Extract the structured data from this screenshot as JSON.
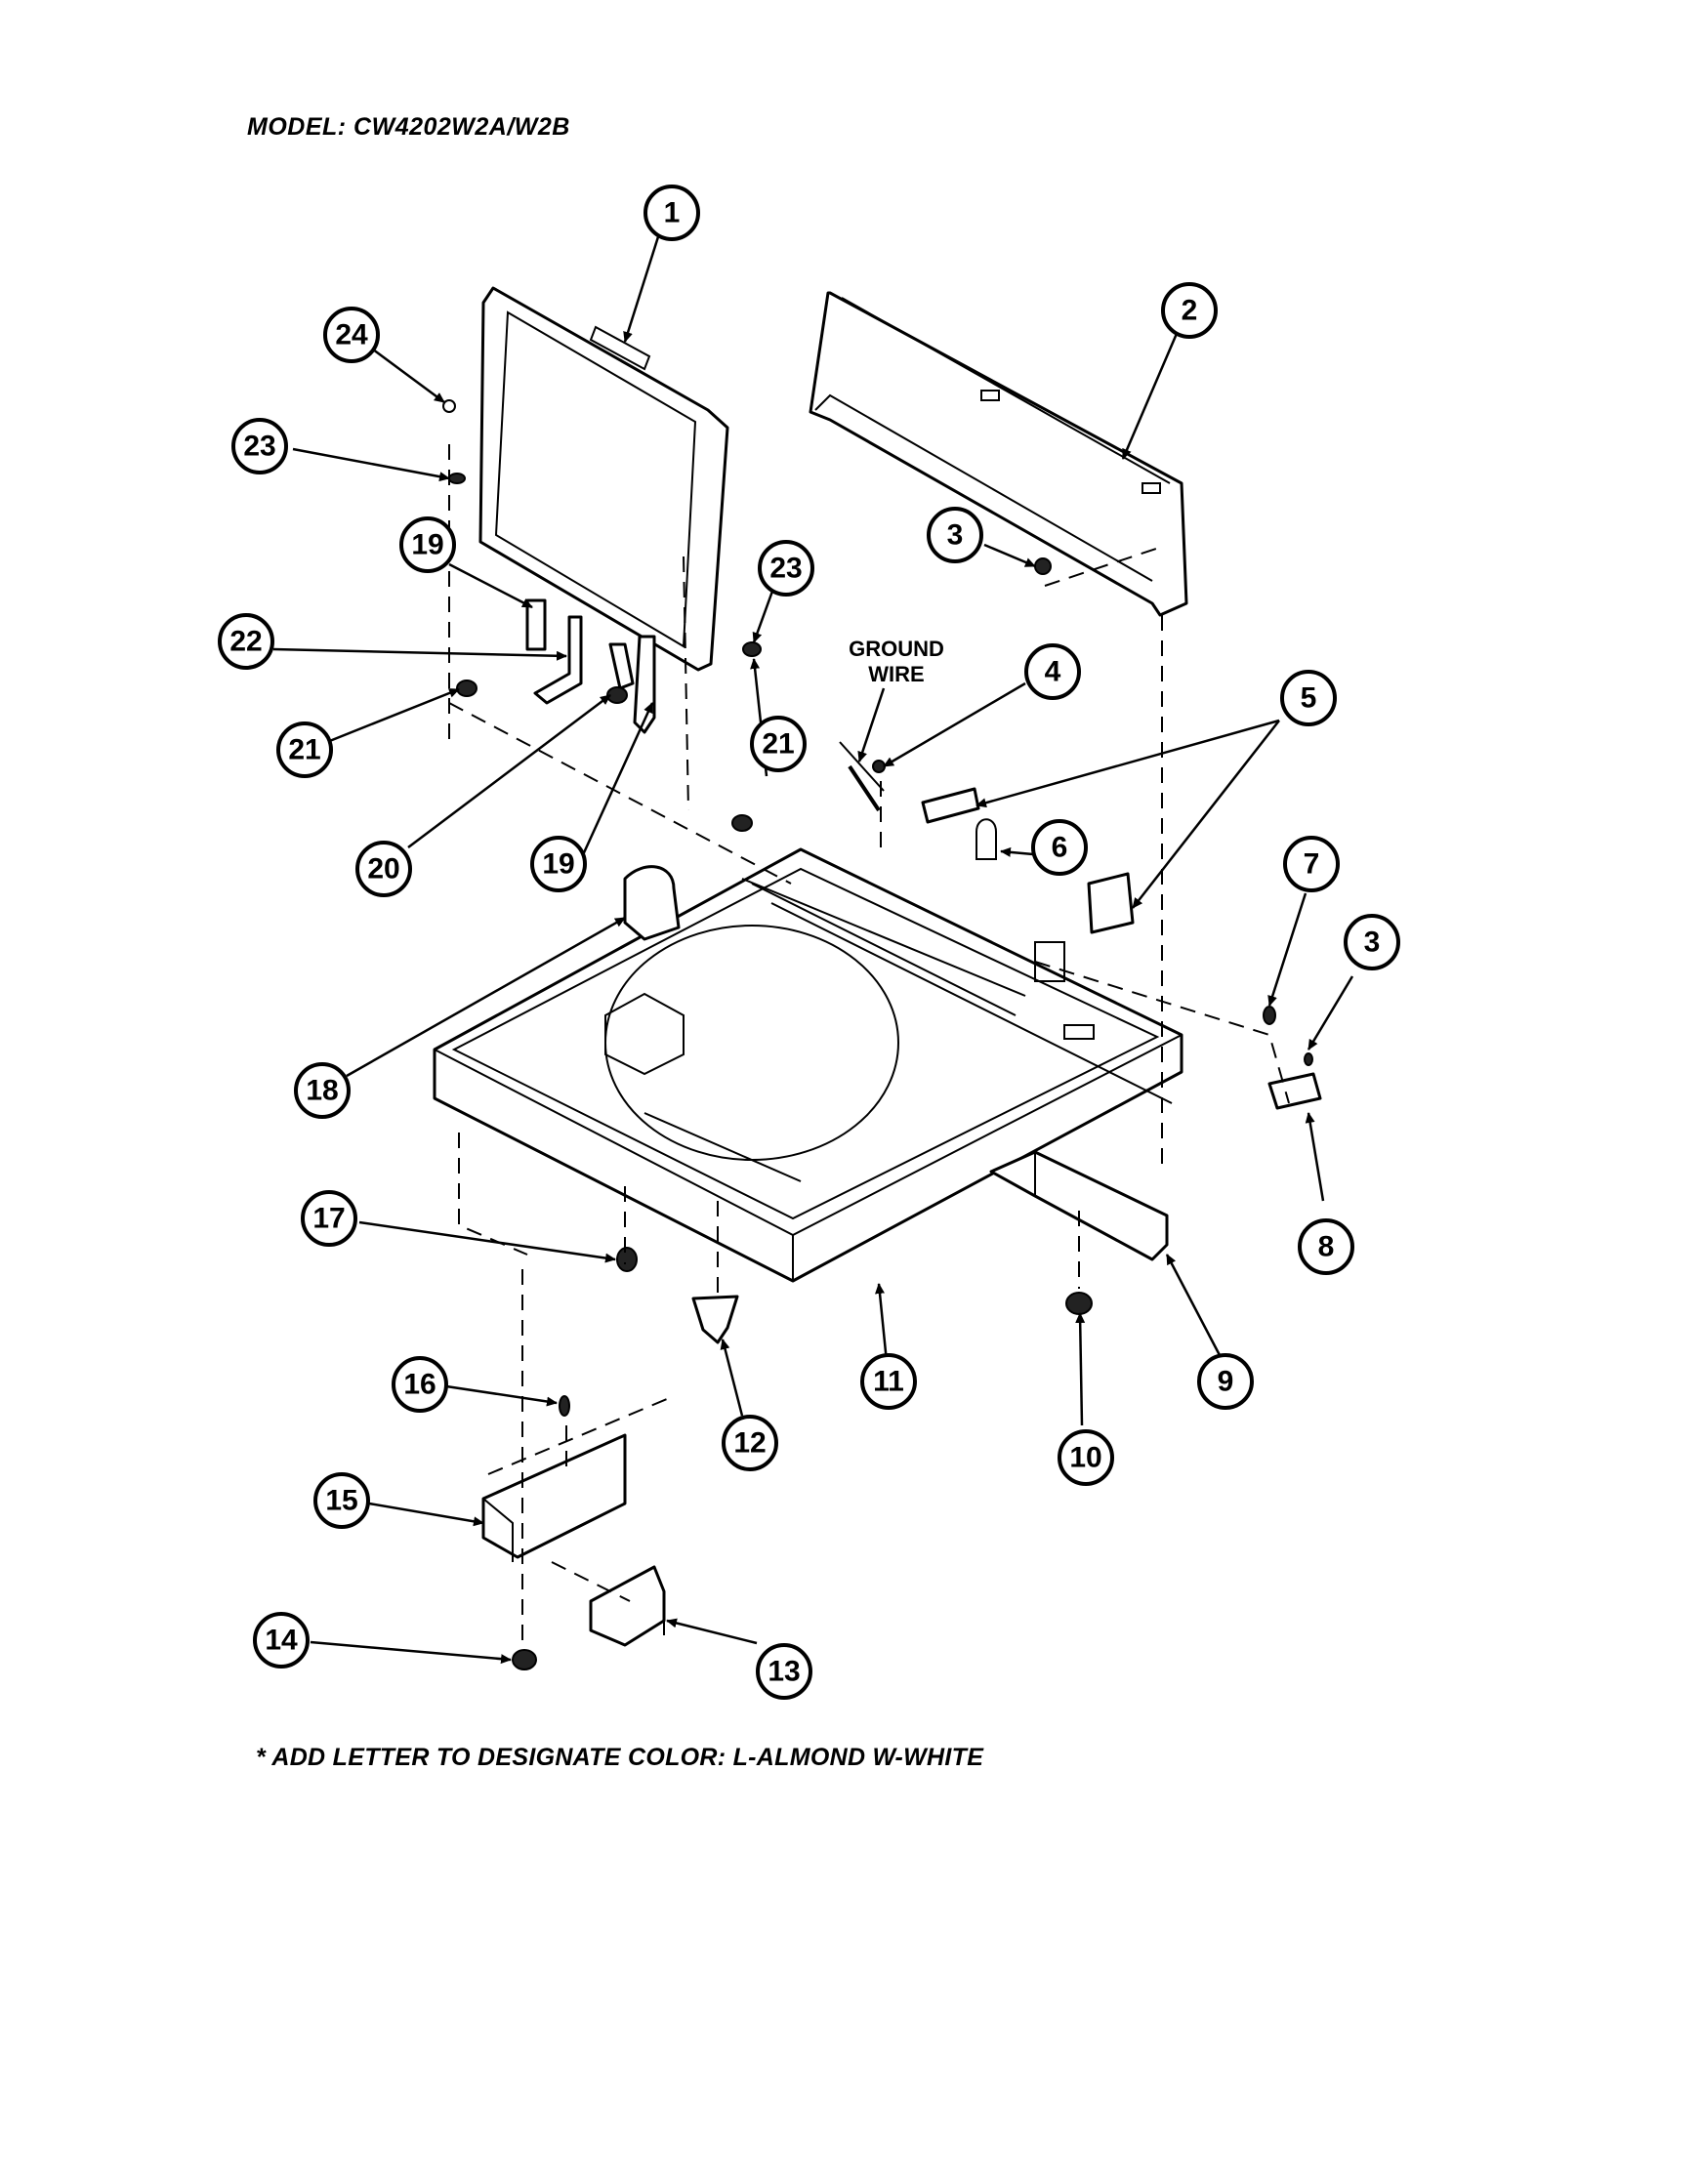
{
  "title": "MODEL:  CW4202W2A/W2B",
  "footnote": "* ADD LETTER TO DESIGNATE COLOR: L-ALMOND  W-WHITE",
  "ground_wire_label": [
    "GROUND",
    "WIRE"
  ],
  "callouts": {
    "c1": "1",
    "c2": "2",
    "c3a": "3",
    "c3b": "3",
    "c4": "4",
    "c5": "5",
    "c6": "6",
    "c7": "7",
    "c8": "8",
    "c9": "9",
    "c10": "10",
    "c11": "11",
    "c12": "12",
    "c13": "13",
    "c14": "14",
    "c15": "15",
    "c16": "16",
    "c17": "17",
    "c18": "18",
    "c19a": "19",
    "c19b": "19",
    "c20": "20",
    "c21a": "21",
    "c21b": "21",
    "c22": "22",
    "c23a": "23",
    "c23b": "23",
    "c24": "24"
  }
}
